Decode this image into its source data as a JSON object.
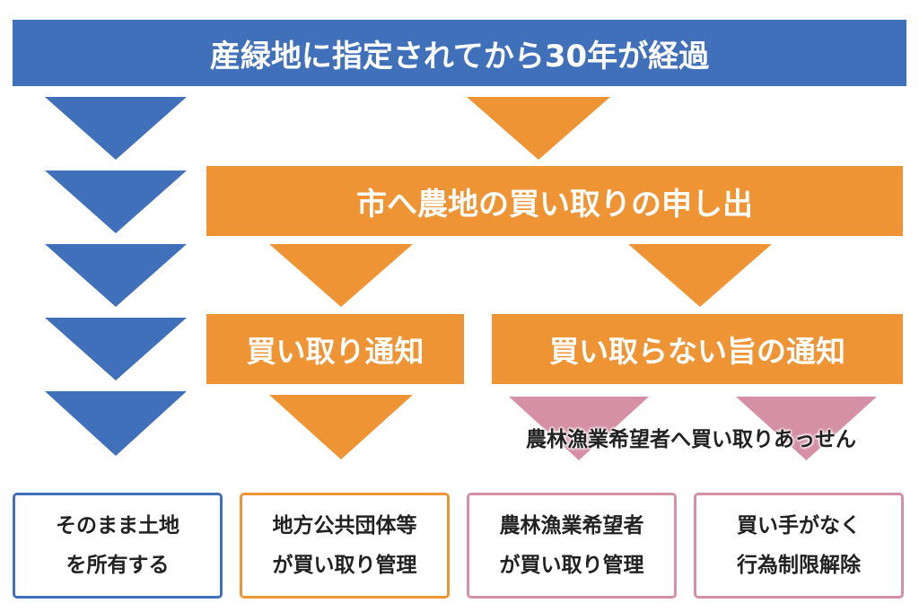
{
  "header": {
    "title": "産緑地に指定されてから30年が経過"
  },
  "request": {
    "label": "市へ農地の買い取りの申し出"
  },
  "notices": {
    "buy": "買い取り通知",
    "no_buy": "買い取らない旨の通知"
  },
  "mediation": {
    "label": "農林漁業希望者へ買い取りあっせん"
  },
  "outcomes": [
    {
      "line1": "そのまま土地",
      "line2": "を所有する"
    },
    {
      "line1": "地方公共団体等",
      "line2": "が買い取り管理"
    },
    {
      "line1": "農林漁業希望者",
      "line2": "が買い取り管理"
    },
    {
      "line1": "買い手がなく",
      "line2": "行為制限解除"
    }
  ],
  "colors": {
    "blue": "#4170bb",
    "orange": "#ef9435",
    "pink": "#d590a6"
  }
}
